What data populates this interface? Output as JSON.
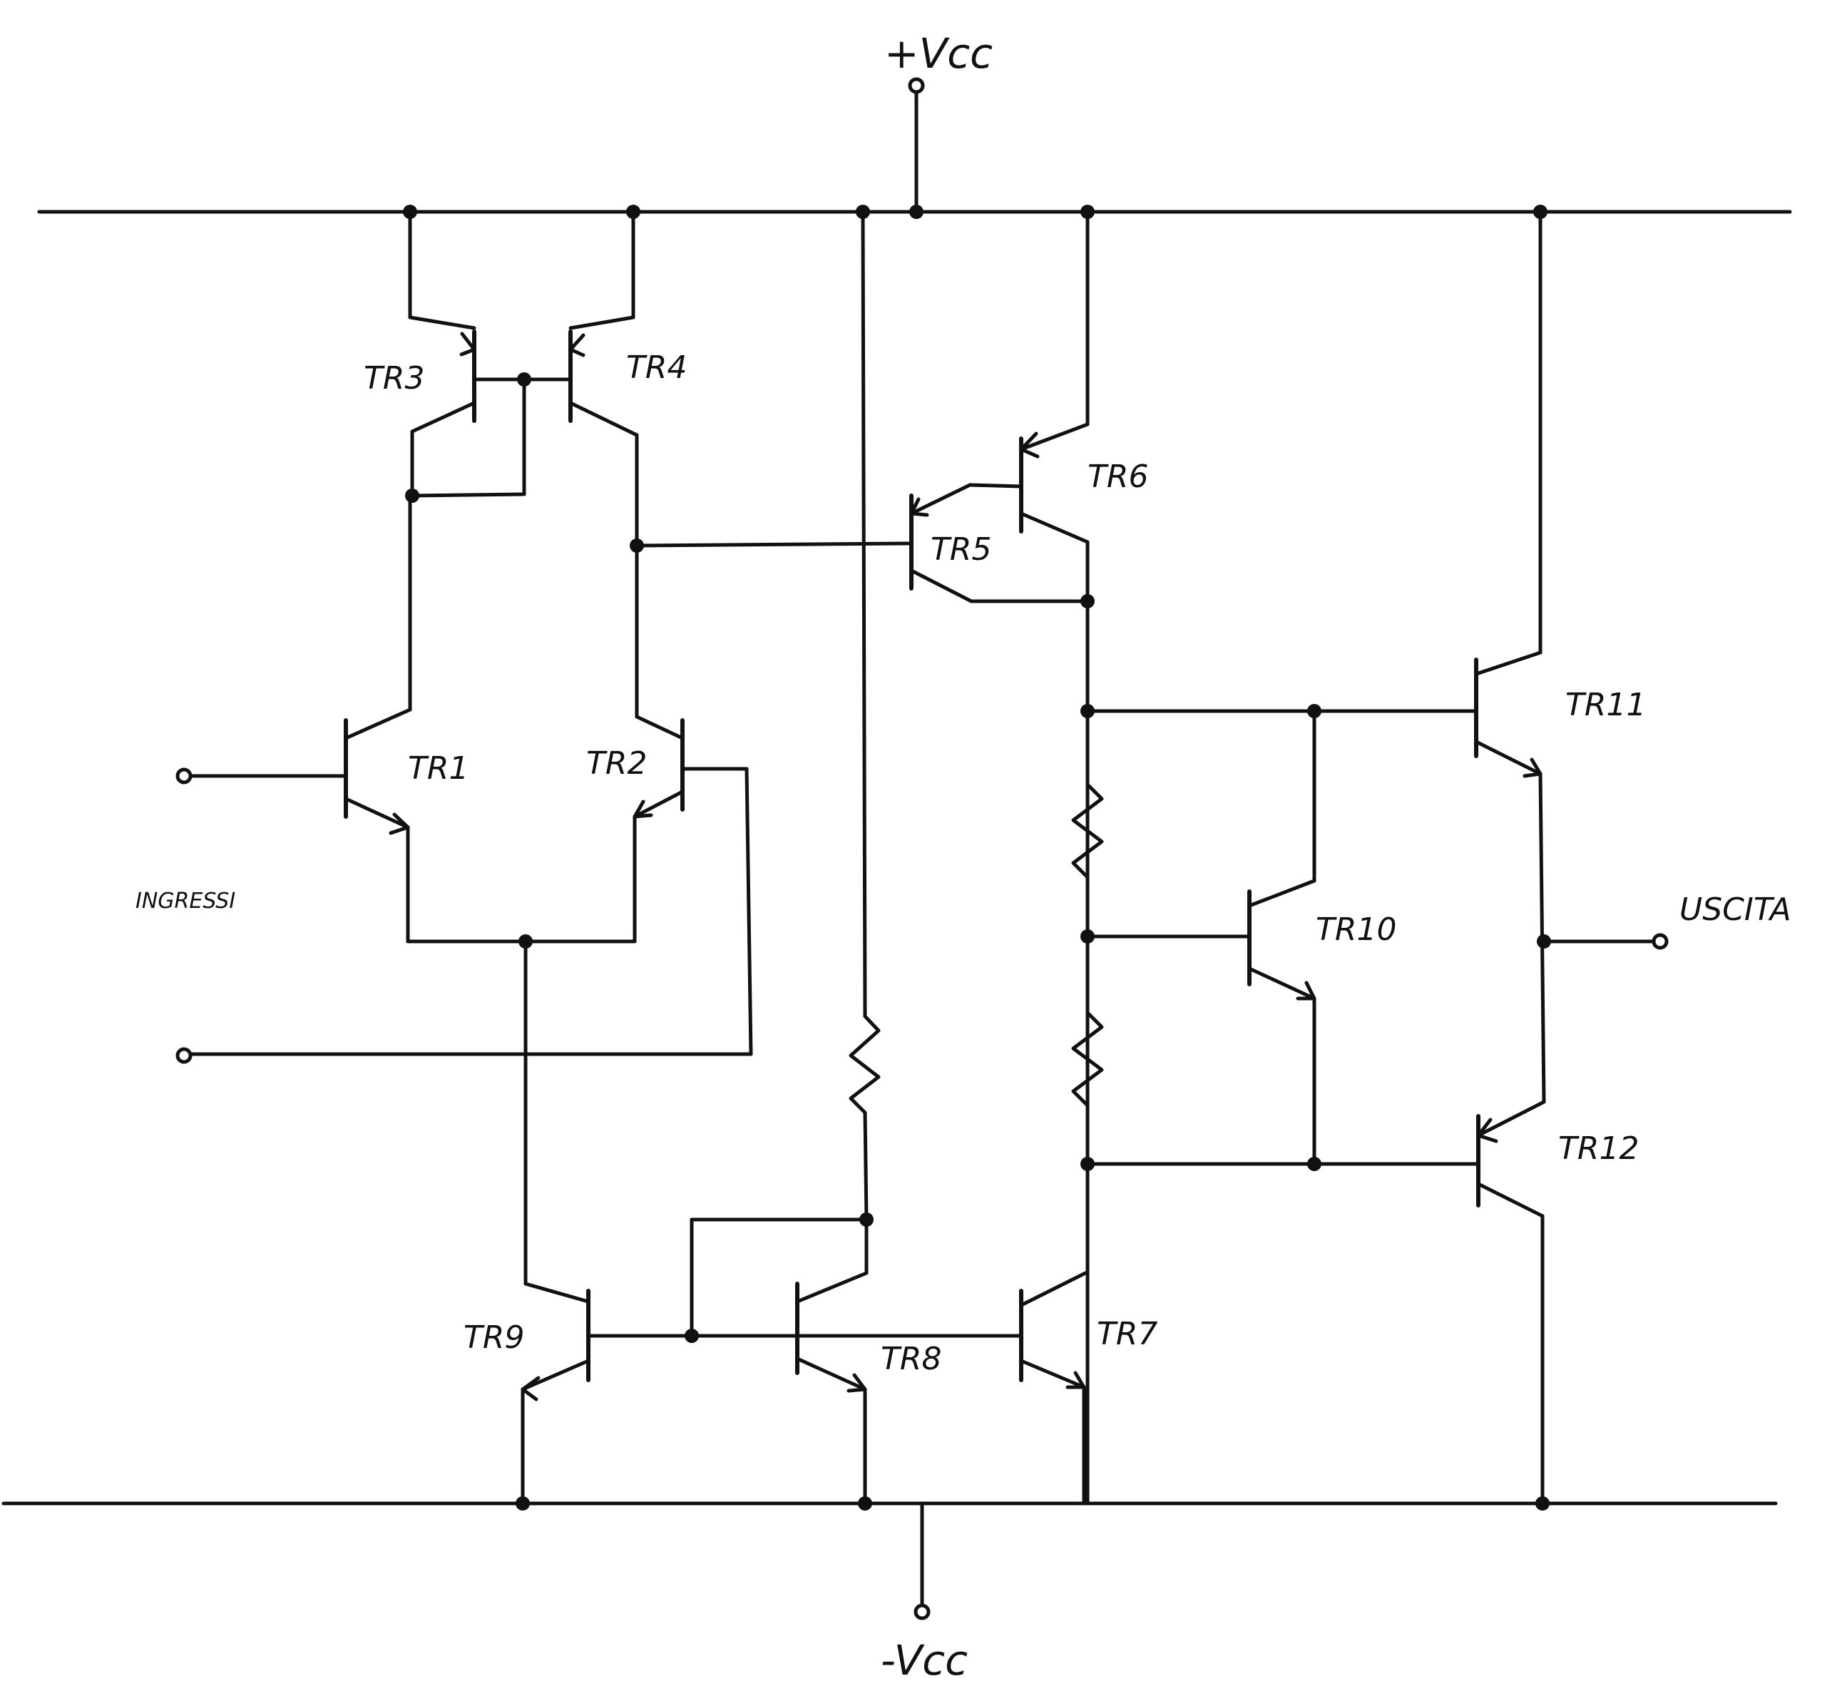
{
  "rails": {
    "positive": "+Vcc",
    "negative": "-Vcc"
  },
  "ports": {
    "inputs": "INGRESSI",
    "output": "USCITA"
  },
  "transistors": {
    "tr1": "TR1",
    "tr2": "TR2",
    "tr3": "TR3",
    "tr4": "TR4",
    "tr5": "TR5",
    "tr6": "TR6",
    "tr7": "TR7",
    "tr8": "TR8",
    "tr9": "TR9",
    "tr10": "TR10",
    "tr11": "TR11",
    "tr12": "TR12"
  }
}
